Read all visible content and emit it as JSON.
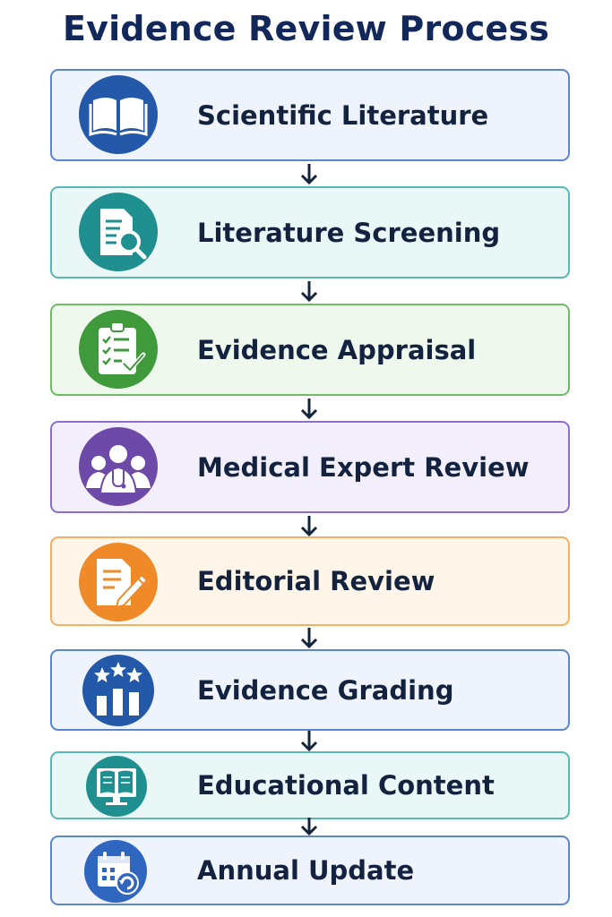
{
  "title": "Evidence Review Process",
  "steps": [
    {
      "label": "Scientific Literature",
      "icon": "open-book-icon",
      "color": "#2458a8",
      "fill": "#eef3fc",
      "border": "#5b84d1"
    },
    {
      "label": "Literature Screening",
      "icon": "document-search-icon",
      "color": "#1f8f8f",
      "fill": "#e9f7f7",
      "border": "#57b8b6"
    },
    {
      "label": "Evidence Appraisal",
      "icon": "clipboard-checklist-icon",
      "color": "#3e9a3b",
      "fill": "#eef8ec",
      "border": "#6ebd63"
    },
    {
      "label": "Medical Expert Review",
      "icon": "medical-experts-icon",
      "color": "#6e4aa8",
      "fill": "#f2eefb",
      "border": "#8c6fc8"
    },
    {
      "label": "Editorial Review",
      "icon": "edit-document-icon",
      "color": "#f08a28",
      "fill": "#fff5e8",
      "border": "#f3b064"
    },
    {
      "label": "Evidence Grading",
      "icon": "star-rating-chart-icon",
      "color": "#2458a8",
      "fill": "#eef3fc",
      "border": "#5b84d1"
    },
    {
      "label": "Educational Content",
      "icon": "book-screen-icon",
      "color": "#1f8f8f",
      "fill": "#e9f7f7",
      "border": "#57b8b6"
    },
    {
      "label": "Annual Update",
      "icon": "calendar-refresh-icon",
      "color": "#2f66c0",
      "fill": "#eef3fc",
      "border": "#5b84d1"
    }
  ]
}
